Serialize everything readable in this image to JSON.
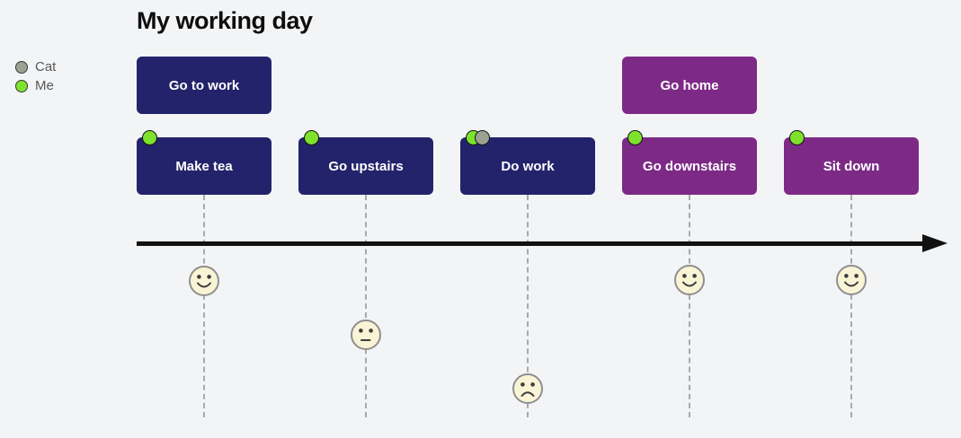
{
  "title": "My working day",
  "colors": {
    "background": "#f3f4f6",
    "navy": "#23236b",
    "purple": "#7d2a86",
    "me_green": "#7ee22d",
    "cat_gray": "#9aa392",
    "axis_black": "#111111",
    "face_fill": "#faf4d6"
  },
  "legend": {
    "items": [
      {
        "label": "Cat",
        "color": "#9aa392"
      },
      {
        "label": "Me",
        "color": "#7ee22d"
      }
    ]
  },
  "tasks": [
    {
      "label": "Go to work",
      "row": 1,
      "column": 1,
      "color": "navy",
      "participants": []
    },
    {
      "label": "Go home",
      "row": 1,
      "column": 4,
      "color": "purple",
      "participants": []
    },
    {
      "label": "Make tea",
      "row": 2,
      "column": 1,
      "color": "navy",
      "participants": [
        "Me"
      ]
    },
    {
      "label": "Go upstairs",
      "row": 2,
      "column": 2,
      "color": "navy",
      "participants": [
        "Me"
      ]
    },
    {
      "label": "Do work",
      "row": 2,
      "column": 3,
      "color": "navy",
      "participants": [
        "Me",
        "Cat"
      ]
    },
    {
      "label": "Go downstairs",
      "row": 2,
      "column": 4,
      "color": "purple",
      "participants": [
        "Me"
      ]
    },
    {
      "label": "Sit down",
      "row": 2,
      "column": 5,
      "color": "purple",
      "participants": [
        "Me"
      ]
    }
  ],
  "timeline": {
    "points": [
      {
        "column": 1,
        "mood": "happy"
      },
      {
        "column": 2,
        "mood": "neutral"
      },
      {
        "column": 3,
        "mood": "sad"
      },
      {
        "column": 4,
        "mood": "happy"
      },
      {
        "column": 5,
        "mood": "happy"
      }
    ]
  }
}
